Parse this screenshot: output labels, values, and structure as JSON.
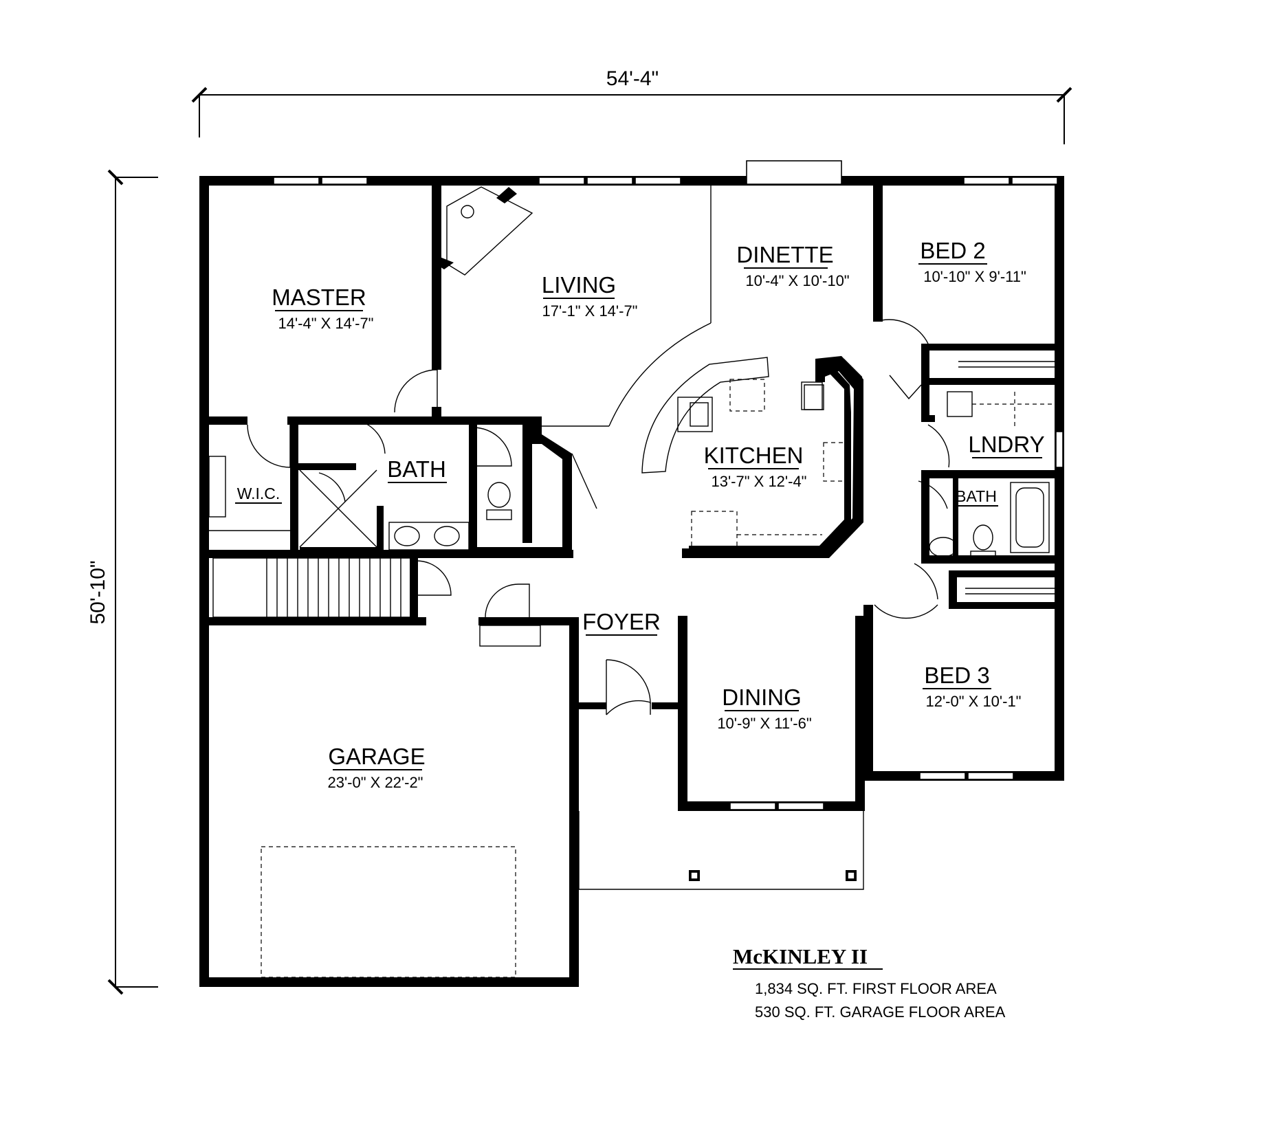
{
  "plan": {
    "name": "McKINLEY II",
    "areas": [
      "1,834 SQ. FT. FIRST FLOOR AREA",
      "530 SQ. FT. GARAGE FLOOR AREA"
    ]
  },
  "dimensions": {
    "overall_width": "54'-4\"",
    "overall_depth": "50'-10\""
  },
  "rooms": {
    "master": {
      "name": "MASTER",
      "size": "14'-4\" X 14'-7\""
    },
    "living": {
      "name": "LIVING",
      "size": "17'-1\" X 14'-7\""
    },
    "dinette": {
      "name": "DINETTE",
      "size": "10'-4\" X 10'-10\""
    },
    "bed2": {
      "name": "BED 2",
      "size": "10'-10\" X 9'-11\""
    },
    "kitchen": {
      "name": "KITCHEN",
      "size": "13'-7\" X 12'-4\""
    },
    "bath_master": {
      "name": "BATH"
    },
    "wic": {
      "name": "W.I.C."
    },
    "laundry": {
      "name": "LNDRY"
    },
    "bath_hall": {
      "name": "BATH"
    },
    "foyer": {
      "name": "FOYER"
    },
    "dining": {
      "name": "DINING",
      "size": "10'-9\" X 11'-6\""
    },
    "bed3": {
      "name": "BED 3",
      "size": "12'-0\" X 10'-1\""
    },
    "garage": {
      "name": "GARAGE",
      "size": "23'-0\" X 22'-2\""
    }
  }
}
